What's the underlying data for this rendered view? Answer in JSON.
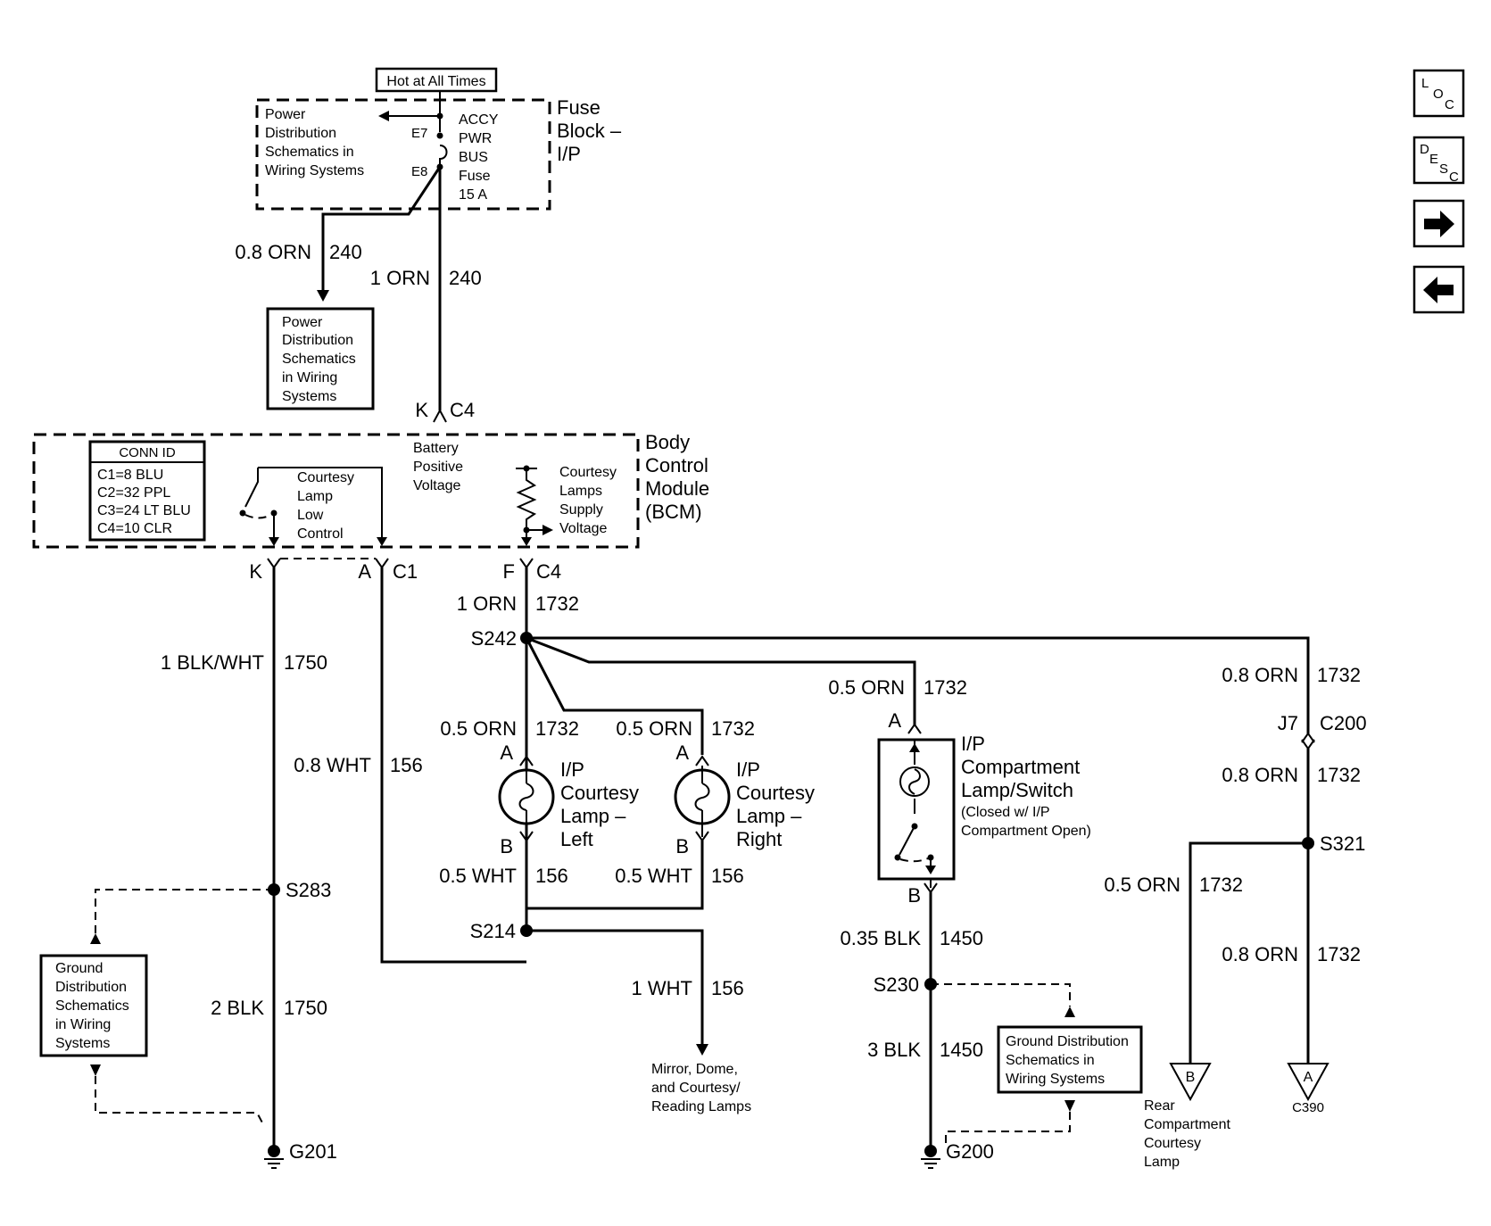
{
  "fuse_block": {
    "hot_label": "Hot at All Times",
    "title": [
      "Fuse",
      "Block –",
      "I/P"
    ],
    "pds_text": [
      "Power",
      "Distribution",
      "Schematics in",
      "Wiring Systems"
    ],
    "e7": "E7",
    "e8": "E8",
    "fuse_label": [
      "ACCY",
      "PWR",
      "BUS",
      "Fuse",
      "15 A"
    ]
  },
  "pds_box": [
    "Power",
    "Distribution",
    "Schematics",
    "in Wiring",
    "Systems"
  ],
  "wires": {
    "w240a": {
      "gauge": "0.8 ORN",
      "circuit": "240"
    },
    "w240b": {
      "gauge": "1 ORN",
      "circuit": "240"
    },
    "w1750a": {
      "gauge": "1 BLK/WHT",
      "circuit": "1750"
    },
    "w156a": {
      "gauge": "0.8 WHT",
      "circuit": "156"
    },
    "w1732a": {
      "gauge": "1 ORN",
      "circuit": "1732"
    },
    "w1732l": {
      "gauge": "0.5 ORN",
      "circuit": "1732"
    },
    "w1732r": {
      "gauge": "0.5 ORN",
      "circuit": "1732"
    },
    "w1732c": {
      "gauge": "0.5 ORN",
      "circuit": "1732"
    },
    "w1732d": {
      "gauge": "0.8 ORN",
      "circuit": "1732"
    },
    "w1732e": {
      "gauge": "0.8 ORN",
      "circuit": "1732"
    },
    "w1732f": {
      "gauge": "0.5 ORN",
      "circuit": "1732"
    },
    "w1732g": {
      "gauge": "0.8 ORN",
      "circuit": "1732"
    },
    "w156l": {
      "gauge": "0.5 WHT",
      "circuit": "156"
    },
    "w156r": {
      "gauge": "0.5 WHT",
      "circuit": "156"
    },
    "w156b": {
      "gauge": "1 WHT",
      "circuit": "156"
    },
    "w1750b": {
      "gauge": "2 BLK",
      "circuit": "1750"
    },
    "w1450a": {
      "gauge": "0.35 BLK",
      "circuit": "1450"
    },
    "w1450b": {
      "gauge": "3 BLK",
      "circuit": "1450"
    }
  },
  "bcm": {
    "title": [
      "Body",
      "Control",
      "Module",
      "(BCM)"
    ],
    "conn_id_header": "CONN ID",
    "conn_ids": [
      "C1=8 BLU",
      "C2=32 PPL",
      "C3=24 LT BLU",
      "C4=10 CLR"
    ],
    "low_control": [
      "Courtesy",
      "Lamp",
      "Low",
      "Control"
    ],
    "battery": [
      "Battery",
      "Positive",
      "Voltage"
    ],
    "supply": [
      "Courtesy",
      "Lamps",
      "Supply",
      "Voltage"
    ]
  },
  "connectors": {
    "top_pin": "K",
    "top_conn": "C4",
    "k": "K",
    "a": "A",
    "c1": "C1",
    "f": "F",
    "c4": "C4",
    "j7": "J7",
    "c200": "C200"
  },
  "splices": {
    "s242": "S242",
    "s283": "S283",
    "s214": "S214",
    "s230": "S230",
    "s321": "S321"
  },
  "grounds": {
    "g201": "G201",
    "g200": "G200"
  },
  "lamps": {
    "left_a": "A",
    "left_b": "B",
    "left_name": [
      "I/P",
      "Courtesy",
      "Lamp –",
      "Left"
    ],
    "right_a": "A",
    "right_b": "B",
    "right_name": [
      "I/P",
      "Courtesy",
      "Lamp –",
      "Right"
    ],
    "comp_a": "A",
    "comp_b": "B",
    "comp_name": [
      "I/P",
      "Compartment",
      "Lamp/Switch"
    ],
    "comp_note": [
      "(Closed w/ I/P",
      "Compartment Open)"
    ]
  },
  "gds_left": [
    "Ground",
    "Distribution",
    "Schematics",
    "in Wiring",
    "Systems"
  ],
  "gds_right": [
    "Ground Distribution",
    "Schematics in",
    "Wiring Systems"
  ],
  "mirror_dest": [
    "Mirror, Dome,",
    "and Courtesy/",
    "Reading Lamps"
  ],
  "offpage": {
    "b_letter": "B",
    "b_dest": [
      "Rear",
      "Compartment",
      "Courtesy",
      "Lamp"
    ],
    "a_letter": "A",
    "a_dest": "C390"
  },
  "nav": {
    "loc": [
      "L",
      "O",
      "C"
    ],
    "desc": [
      "D",
      "E",
      "S",
      "C"
    ]
  }
}
